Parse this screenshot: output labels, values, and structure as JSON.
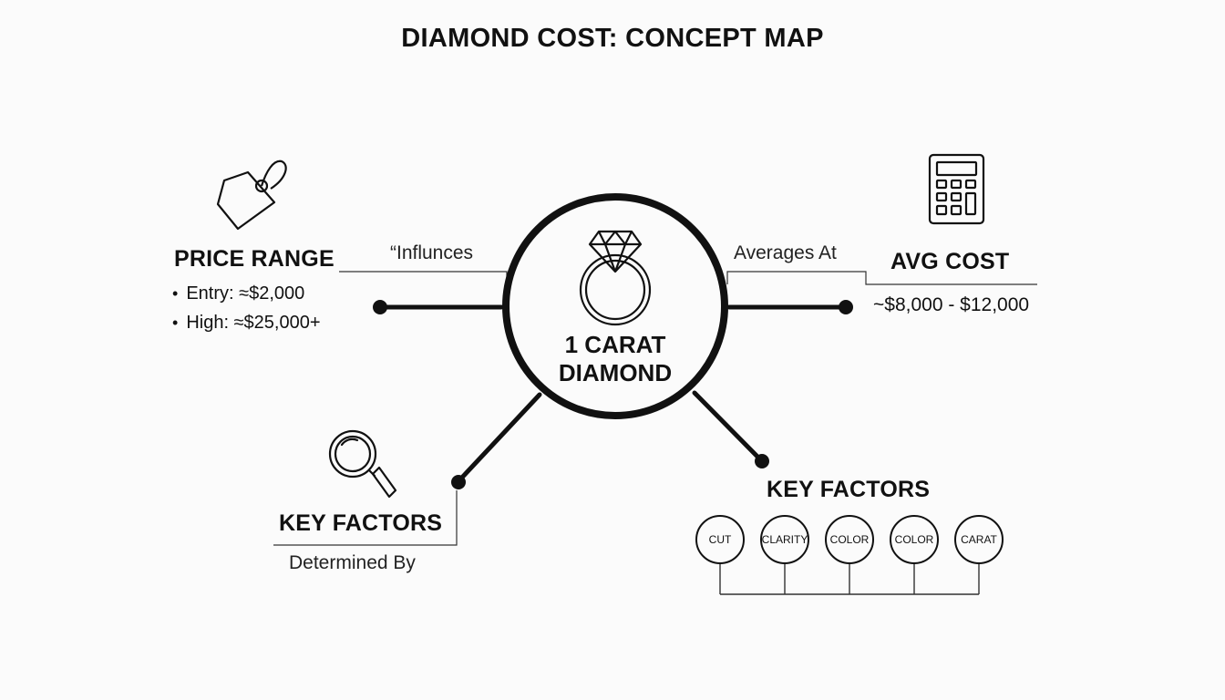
{
  "title": "DIAMOND COST: CONCEPT MAP",
  "center": {
    "line1": "1 CARAT",
    "line2": "DIAMOND",
    "icon": "diamond-ring-icon"
  },
  "price_range": {
    "heading": "PRICE RANGE",
    "icon": "price-tag-icon",
    "items": [
      "Entry: ≈$2,000",
      "High: ≈$25,000+"
    ],
    "edge_label": "“Influnces"
  },
  "avg_cost": {
    "heading": "AVG COST",
    "icon": "calculator-icon",
    "value": "~$8,000 - $12,000",
    "edge_label": "Averages At"
  },
  "key_factors_left": {
    "heading": "KEY FACTORS",
    "icon": "magnifying-glass-icon",
    "edge_label": "Determined By"
  },
  "key_factors_right": {
    "heading": "KEY FACTORS",
    "factors": [
      "CUT",
      "CLARITY",
      "COLOR",
      "COLOR",
      "CARAT"
    ]
  }
}
